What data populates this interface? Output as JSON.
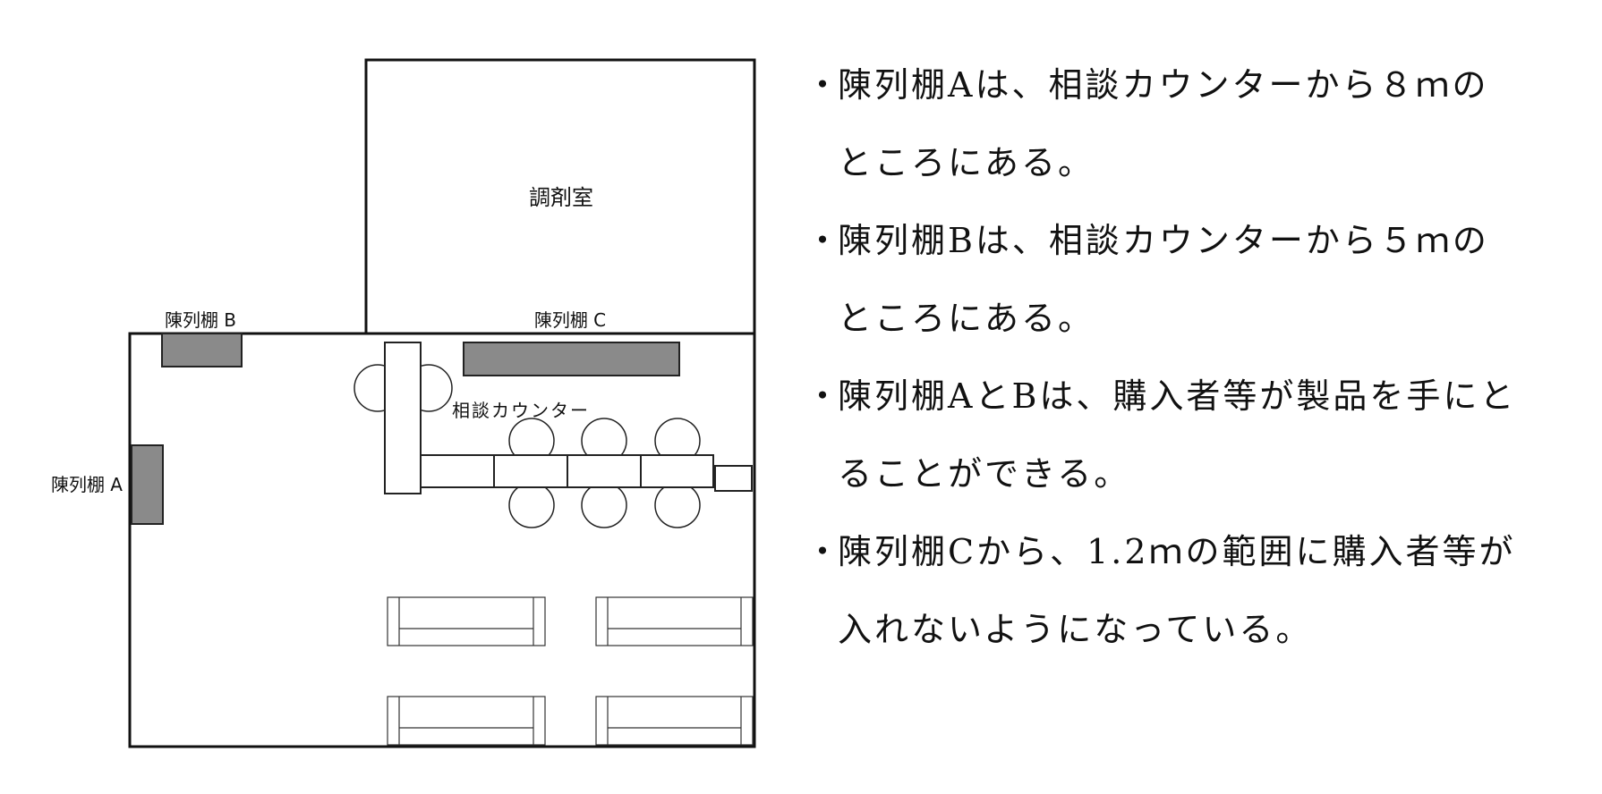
{
  "floorplan": {
    "room_label": "調剤室",
    "shelf_a_label": "陳列棚 A",
    "shelf_b_label": "陳列棚 B",
    "shelf_c_label": "陳列棚 C",
    "counter_label": "相談カウンター",
    "shelf_color": "#8a8a8a"
  },
  "notes": {
    "bullet": "・",
    "items": [
      "陳列棚Aは、相談カウンターから８ｍのところにある。",
      "陳列棚Bは、相談カウンターから５ｍのところにある。",
      "陳列棚AとBは、購入者等が製品を手にとることができる。",
      "陳列棚Cから、1.2ｍの範囲に購入者等が入れないようになっている。"
    ]
  }
}
